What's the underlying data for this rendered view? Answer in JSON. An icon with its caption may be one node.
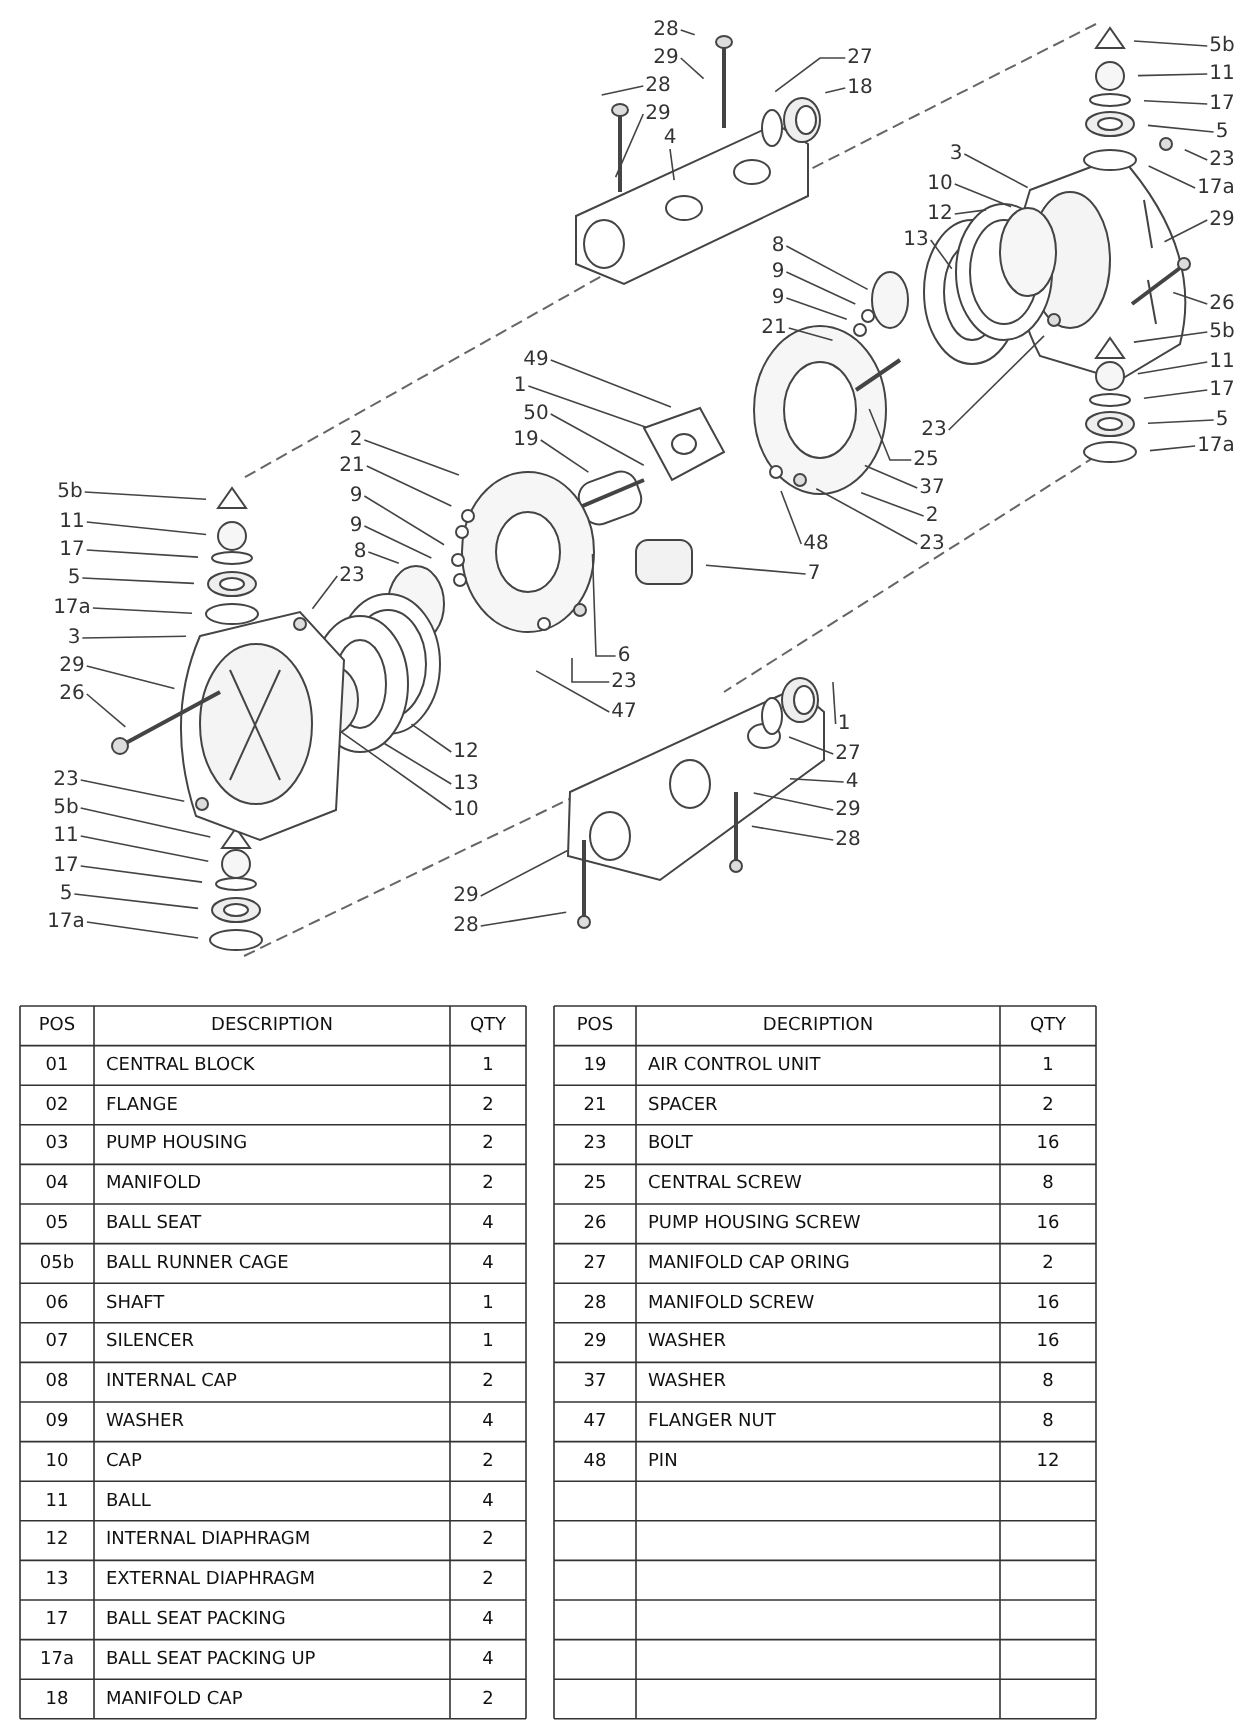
{
  "diagram": {
    "nodes": [
      {
        "text": [
          "28"
        ]
      },
      {
        "text": [
          "29"
        ]
      },
      {
        "text": [
          "28"
        ]
      },
      {
        "text": [
          "29"
        ]
      },
      {
        "text": [
          "4"
        ]
      },
      {
        "text": [
          "27"
        ]
      },
      {
        "text": [
          "18"
        ]
      },
      {
        "text": [
          "5b"
        ]
      },
      {
        "text": [
          "11"
        ]
      },
      {
        "text": [
          "17"
        ]
      },
      {
        "text": [
          "5"
        ]
      },
      {
        "text": [
          "23"
        ]
      },
      {
        "text": [
          "17a"
        ]
      },
      {
        "text": [
          "3"
        ]
      },
      {
        "text": [
          "10"
        ]
      },
      {
        "text": [
          "12"
        ]
      },
      {
        "text": [
          "13"
        ]
      },
      {
        "text": [
          "29"
        ]
      },
      {
        "text": [
          "26"
        ]
      },
      {
        "text": [
          "8"
        ]
      },
      {
        "text": [
          "9"
        ]
      },
      {
        "text": [
          "9"
        ]
      },
      {
        "text": [
          "21"
        ]
      },
      {
        "text": [
          "5b"
        ]
      },
      {
        "text": [
          "11"
        ]
      },
      {
        "text": [
          "17"
        ]
      },
      {
        "text": [
          "5"
        ]
      },
      {
        "text": [
          "17a"
        ]
      },
      {
        "text": [
          "49"
        ]
      },
      {
        "text": [
          "1"
        ]
      },
      {
        "text": [
          "50"
        ]
      },
      {
        "text": [
          "19"
        ]
      },
      {
        "text": [
          "23"
        ]
      },
      {
        "text": [
          "25"
        ]
      },
      {
        "text": [
          "37"
        ]
      },
      {
        "text": [
          "2"
        ]
      },
      {
        "text": [
          "23"
        ]
      },
      {
        "text": [
          "48"
        ]
      },
      {
        "text": [
          "7"
        ]
      },
      {
        "text": [
          "2"
        ]
      },
      {
        "text": [
          "21"
        ]
      },
      {
        "text": [
          "9"
        ]
      },
      {
        "text": [
          "9"
        ]
      },
      {
        "text": [
          "8"
        ]
      },
      {
        "text": [
          "5b"
        ]
      },
      {
        "text": [
          "11"
        ]
      },
      {
        "text": [
          "17"
        ]
      },
      {
        "text": [
          "5"
        ]
      },
      {
        "text": [
          "17a"
        ]
      },
      {
        "text": [
          "23"
        ]
      },
      {
        "text": [
          "3"
        ]
      },
      {
        "text": [
          "29"
        ]
      },
      {
        "text": [
          "26"
        ]
      },
      {
        "text": [
          "6"
        ]
      },
      {
        "text": [
          "23"
        ]
      },
      {
        "text": [
          "47"
        ]
      },
      {
        "text": [
          "12"
        ]
      },
      {
        "text": [
          "13"
        ]
      },
      {
        "text": [
          "10"
        ]
      },
      {
        "text": [
          "23"
        ]
      },
      {
        "text": [
          "5b"
        ]
      },
      {
        "text": [
          "11"
        ]
      },
      {
        "text": [
          "17"
        ]
      },
      {
        "text": [
          "5"
        ]
      },
      {
        "text": [
          "17a"
        ]
      },
      {
        "text": [
          "1"
        ]
      },
      {
        "text": [
          "27"
        ]
      },
      {
        "text": [
          "4"
        ]
      },
      {
        "text": [
          "29"
        ]
      },
      {
        "text": [
          "28"
        ]
      },
      {
        "text": [
          "29"
        ]
      },
      {
        "text": [
          "28"
        ]
      }
    ],
    "edges": [
      {
        "from": 0,
        "to": null,
        "arrow": "none"
      },
      {
        "from": 1,
        "to": null,
        "arrow": "none"
      },
      {
        "from": 2,
        "to": null,
        "arrow": "none"
      },
      {
        "from": 3,
        "to": null,
        "arrow": "none"
      },
      {
        "from": 4,
        "to": null,
        "arrow": "none"
      },
      {
        "from": 5,
        "to": null,
        "arrow": "none"
      },
      {
        "from": 6,
        "to": null,
        "arrow": "none"
      },
      {
        "from": 7,
        "to": null,
        "arrow": "none"
      },
      {
        "from": 8,
        "to": null,
        "arrow": "none"
      },
      {
        "from": 9,
        "to": null,
        "arrow": "none"
      },
      {
        "from": 10,
        "to": null,
        "arrow": "none"
      },
      {
        "from": 11,
        "to": null,
        "arrow": "none"
      },
      {
        "from": 12,
        "to": null,
        "arrow": "none"
      },
      {
        "from": 13,
        "to": null,
        "arrow": "none"
      },
      {
        "from": 14,
        "to": null,
        "arrow": "none"
      },
      {
        "from": 15,
        "to": null,
        "arrow": "none"
      },
      {
        "from": 16,
        "to": null,
        "arrow": "none"
      },
      {
        "from": 17,
        "to": null,
        "arrow": "none"
      },
      {
        "from": 18,
        "to": null,
        "arrow": "none"
      },
      {
        "from": 19,
        "to": null,
        "arrow": "none"
      },
      {
        "from": 20,
        "to": null,
        "arrow": "none"
      },
      {
        "from": 21,
        "to": null,
        "arrow": "none"
      },
      {
        "from": 22,
        "to": null,
        "arrow": "none"
      },
      {
        "from": 23,
        "to": null,
        "arrow": "none"
      },
      {
        "from": 24,
        "to": null,
        "arrow": "none"
      },
      {
        "from": 25,
        "to": null,
        "arrow": "none"
      },
      {
        "from": 26,
        "to": null,
        "arrow": "none"
      },
      {
        "from": 27,
        "to": null,
        "arrow": "none"
      },
      {
        "from": 28,
        "to": null,
        "arrow": "none"
      },
      {
        "from": 29,
        "to": null,
        "arrow": "none"
      },
      {
        "from": 30,
        "to": null,
        "arrow": "none"
      },
      {
        "from": 31,
        "to": null,
        "arrow": "none"
      },
      {
        "from": 32,
        "to": null,
        "arrow": "none"
      },
      {
        "from": 33,
        "to": null,
        "arrow": "none"
      },
      {
        "from": 34,
        "to": null,
        "arrow": "none"
      },
      {
        "from": 35,
        "to": null,
        "arrow": "none"
      },
      {
        "from": 36,
        "to": null,
        "arrow": "none"
      },
      {
        "from": 37,
        "to": null,
        "arrow": "none"
      },
      {
        "from": 38,
        "to": null,
        "arrow": "none"
      },
      {
        "from": 39,
        "to": null,
        "arrow": "none"
      },
      {
        "from": 40,
        "to": null,
        "arrow": "none"
      },
      {
        "from": 41,
        "to": null,
        "arrow": "none"
      },
      {
        "from": 42,
        "to": null,
        "arrow": "none"
      },
      {
        "from": 43,
        "to": null,
        "arrow": "none"
      },
      {
        "from": 44,
        "to": null,
        "arrow": "none"
      },
      {
        "from": 45,
        "to": null,
        "arrow": "none"
      },
      {
        "from": 46,
        "to": null,
        "arrow": "none"
      },
      {
        "from": 47,
        "to": null,
        "arrow": "none"
      },
      {
        "from": 48,
        "to": null,
        "arrow": "none"
      },
      {
        "from": 49,
        "to": null,
        "arrow": "none"
      },
      {
        "from": 50,
        "to": null,
        "arrow": "none"
      },
      {
        "from": 51,
        "to": null,
        "arrow": "none"
      },
      {
        "from": 52,
        "to": null,
        "arrow": "none"
      },
      {
        "from": 53,
        "to": null,
        "arrow": "none"
      },
      {
        "from": 54,
        "to": null,
        "arrow": "none"
      },
      {
        "from": 55,
        "to": null,
        "arrow": "none"
      },
      {
        "from": 56,
        "to": null,
        "arrow": "none"
      },
      {
        "from": 57,
        "to": null,
        "arrow": "none"
      },
      {
        "from": 58,
        "to": null,
        "arrow": "none"
      },
      {
        "from": 59,
        "to": null,
        "arrow": "none"
      },
      {
        "from": 60,
        "to": null,
        "arrow": "none"
      },
      {
        "from": 61,
        "to": null,
        "arrow": "none"
      },
      {
        "from": 62,
        "to": null,
        "arrow": "none"
      },
      {
        "from": 63,
        "to": null,
        "arrow": "none"
      },
      {
        "from": 64,
        "to": null,
        "arrow": "none"
      },
      {
        "from": 65,
        "to": null,
        "arrow": "none"
      },
      {
        "from": 66,
        "to": null,
        "arrow": "none"
      },
      {
        "from": 67,
        "to": null,
        "arrow": "none"
      },
      {
        "from": 68,
        "to": null,
        "arrow": "none"
      },
      {
        "from": 69,
        "to": null,
        "arrow": "none"
      },
      {
        "from": 70,
        "to": null,
        "arrow": "none"
      },
      {
        "from": 71,
        "to": null,
        "arrow": "none"
      }
    ],
    "labels": [
      "POS",
      "DESCRIPTION",
      "QTY",
      "POS",
      "DECRIPTION",
      "QTY",
      "01",
      "CENTRAL BLOCK",
      "1",
      "19",
      "AIR CONTROL UNIT",
      "1",
      "02",
      "FLANGE",
      "2",
      "21",
      "SPACER",
      "2",
      "03",
      "PUMP HOUSING",
      "2",
      "23",
      "BOLT",
      "16",
      "04",
      "MANIFOLD",
      "2",
      "25",
      "CENTRAL SCREW",
      "8",
      "05",
      "BALL SEAT",
      "4",
      "26",
      "PUMP HOUSING SCREW",
      "16",
      "05b",
      "BALL RUNNER CAGE",
      "4",
      "27",
      "MANIFOLD CAP ORING",
      "2",
      "06",
      "SHAFT",
      "1",
      "28",
      "MANIFOLD SCREW",
      "16",
      "07",
      "SILENCER",
      "1",
      "29",
      "WASHER",
      "16",
      "08",
      "INTERNAL CAP",
      "2",
      "37",
      "WASHER",
      "8",
      "09",
      "WASHER",
      "4",
      "47",
      "FLANGER NUT",
      "8",
      "10",
      "CAP",
      "2",
      "48",
      "PIN",
      "12",
      "11",
      "BALL",
      "4",
      "12",
      "INTERNAL DIAPHRAGM",
      "2",
      "13",
      "EXTERNAL DIAPHRAGM",
      "2",
      "17",
      "BALL SEAT PACKING",
      "4",
      "17a",
      "BALL SEAT PACKING UP",
      "4",
      "18",
      "MANIFOLD CAP",
      "2"
    ]
  }
}
